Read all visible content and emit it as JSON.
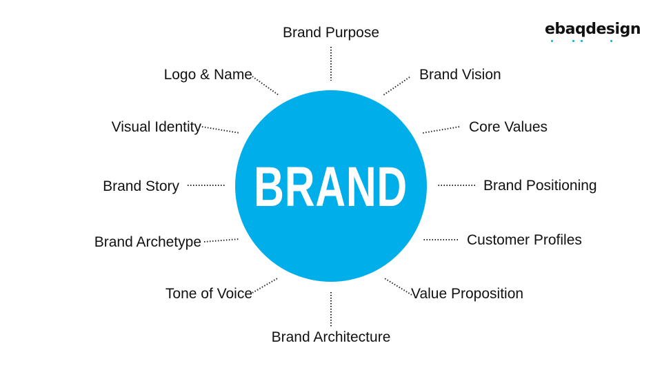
{
  "colors": {
    "hub": "#00aee9",
    "text": "#111111",
    "connector": "#222222",
    "logo_accent": "#00aee9"
  },
  "center": {
    "label": "BRAND"
  },
  "logo": {
    "text": "ebaqdesign"
  },
  "nodes": [
    {
      "id": "purpose",
      "label": "Brand Purpose"
    },
    {
      "id": "vision",
      "label": "Brand Vision"
    },
    {
      "id": "core-values",
      "label": "Core Values"
    },
    {
      "id": "positioning",
      "label": "Brand Positioning"
    },
    {
      "id": "customer-profiles",
      "label": "Customer Profiles"
    },
    {
      "id": "value-proposition",
      "label": "Value Proposition"
    },
    {
      "id": "architecture",
      "label": "Brand Architecture"
    },
    {
      "id": "tone-of-voice",
      "label": "Tone of Voice"
    },
    {
      "id": "archetype",
      "label": "Brand Archetype"
    },
    {
      "id": "story",
      "label": "Brand Story"
    },
    {
      "id": "visual-identity",
      "label": "Visual Identity"
    },
    {
      "id": "logo-name",
      "label": "Logo & Name"
    }
  ]
}
